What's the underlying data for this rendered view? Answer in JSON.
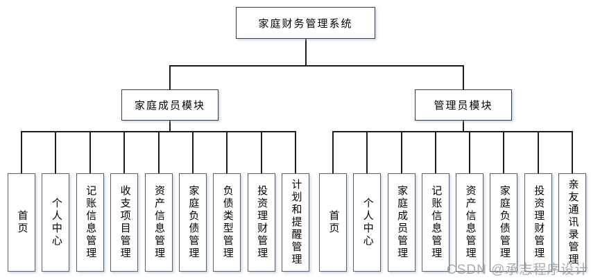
{
  "chart": {
    "type": "org-hierarchy-diagram",
    "root": {
      "label": "家庭财务管理系统"
    },
    "branches": [
      {
        "label": "家庭成员模块",
        "children": [
          "首页",
          "个人中心",
          "记账信息管理",
          "收支项目管理",
          "资产信息管理",
          "家庭负债管理",
          "负债类型管理",
          "投资理财管理",
          "计划和提醒管理"
        ]
      },
      {
        "label": "管理员模块",
        "children": [
          "首页",
          "个人中心",
          "家庭成员管理",
          "记账信息管理",
          "资产信息管理",
          "家庭负债管理",
          "投资理财管理",
          "亲友通讯录管理"
        ]
      }
    ]
  },
  "watermark": {
    "text": "CSDN @承志程序设计"
  },
  "colors": {
    "connector": "#1c1c1c",
    "box_border": "#3c3c3c",
    "leaf_border": "#5f5f5f",
    "watermark": "#97979e",
    "background": "#ffffff"
  }
}
